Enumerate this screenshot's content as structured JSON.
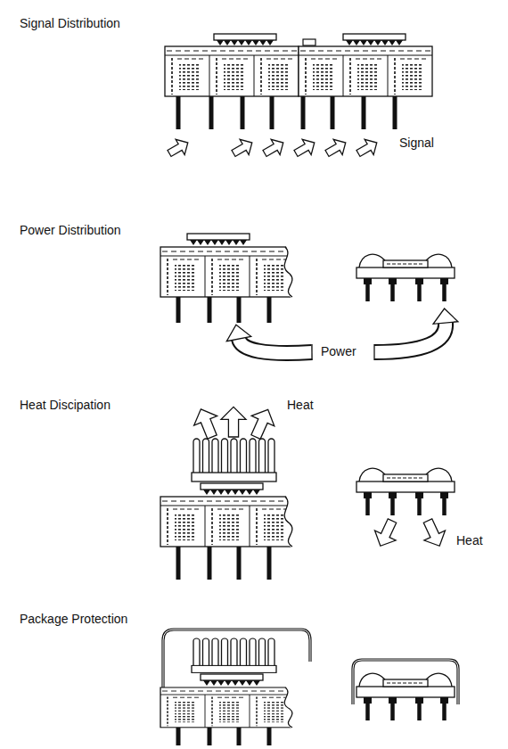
{
  "diagram": {
    "labels": [
      "Signal Distribution",
      "Signal",
      "Power Distribution",
      "Power",
      "Heat Discipation",
      "Heat",
      "Heat",
      "Package Protection"
    ]
  }
}
